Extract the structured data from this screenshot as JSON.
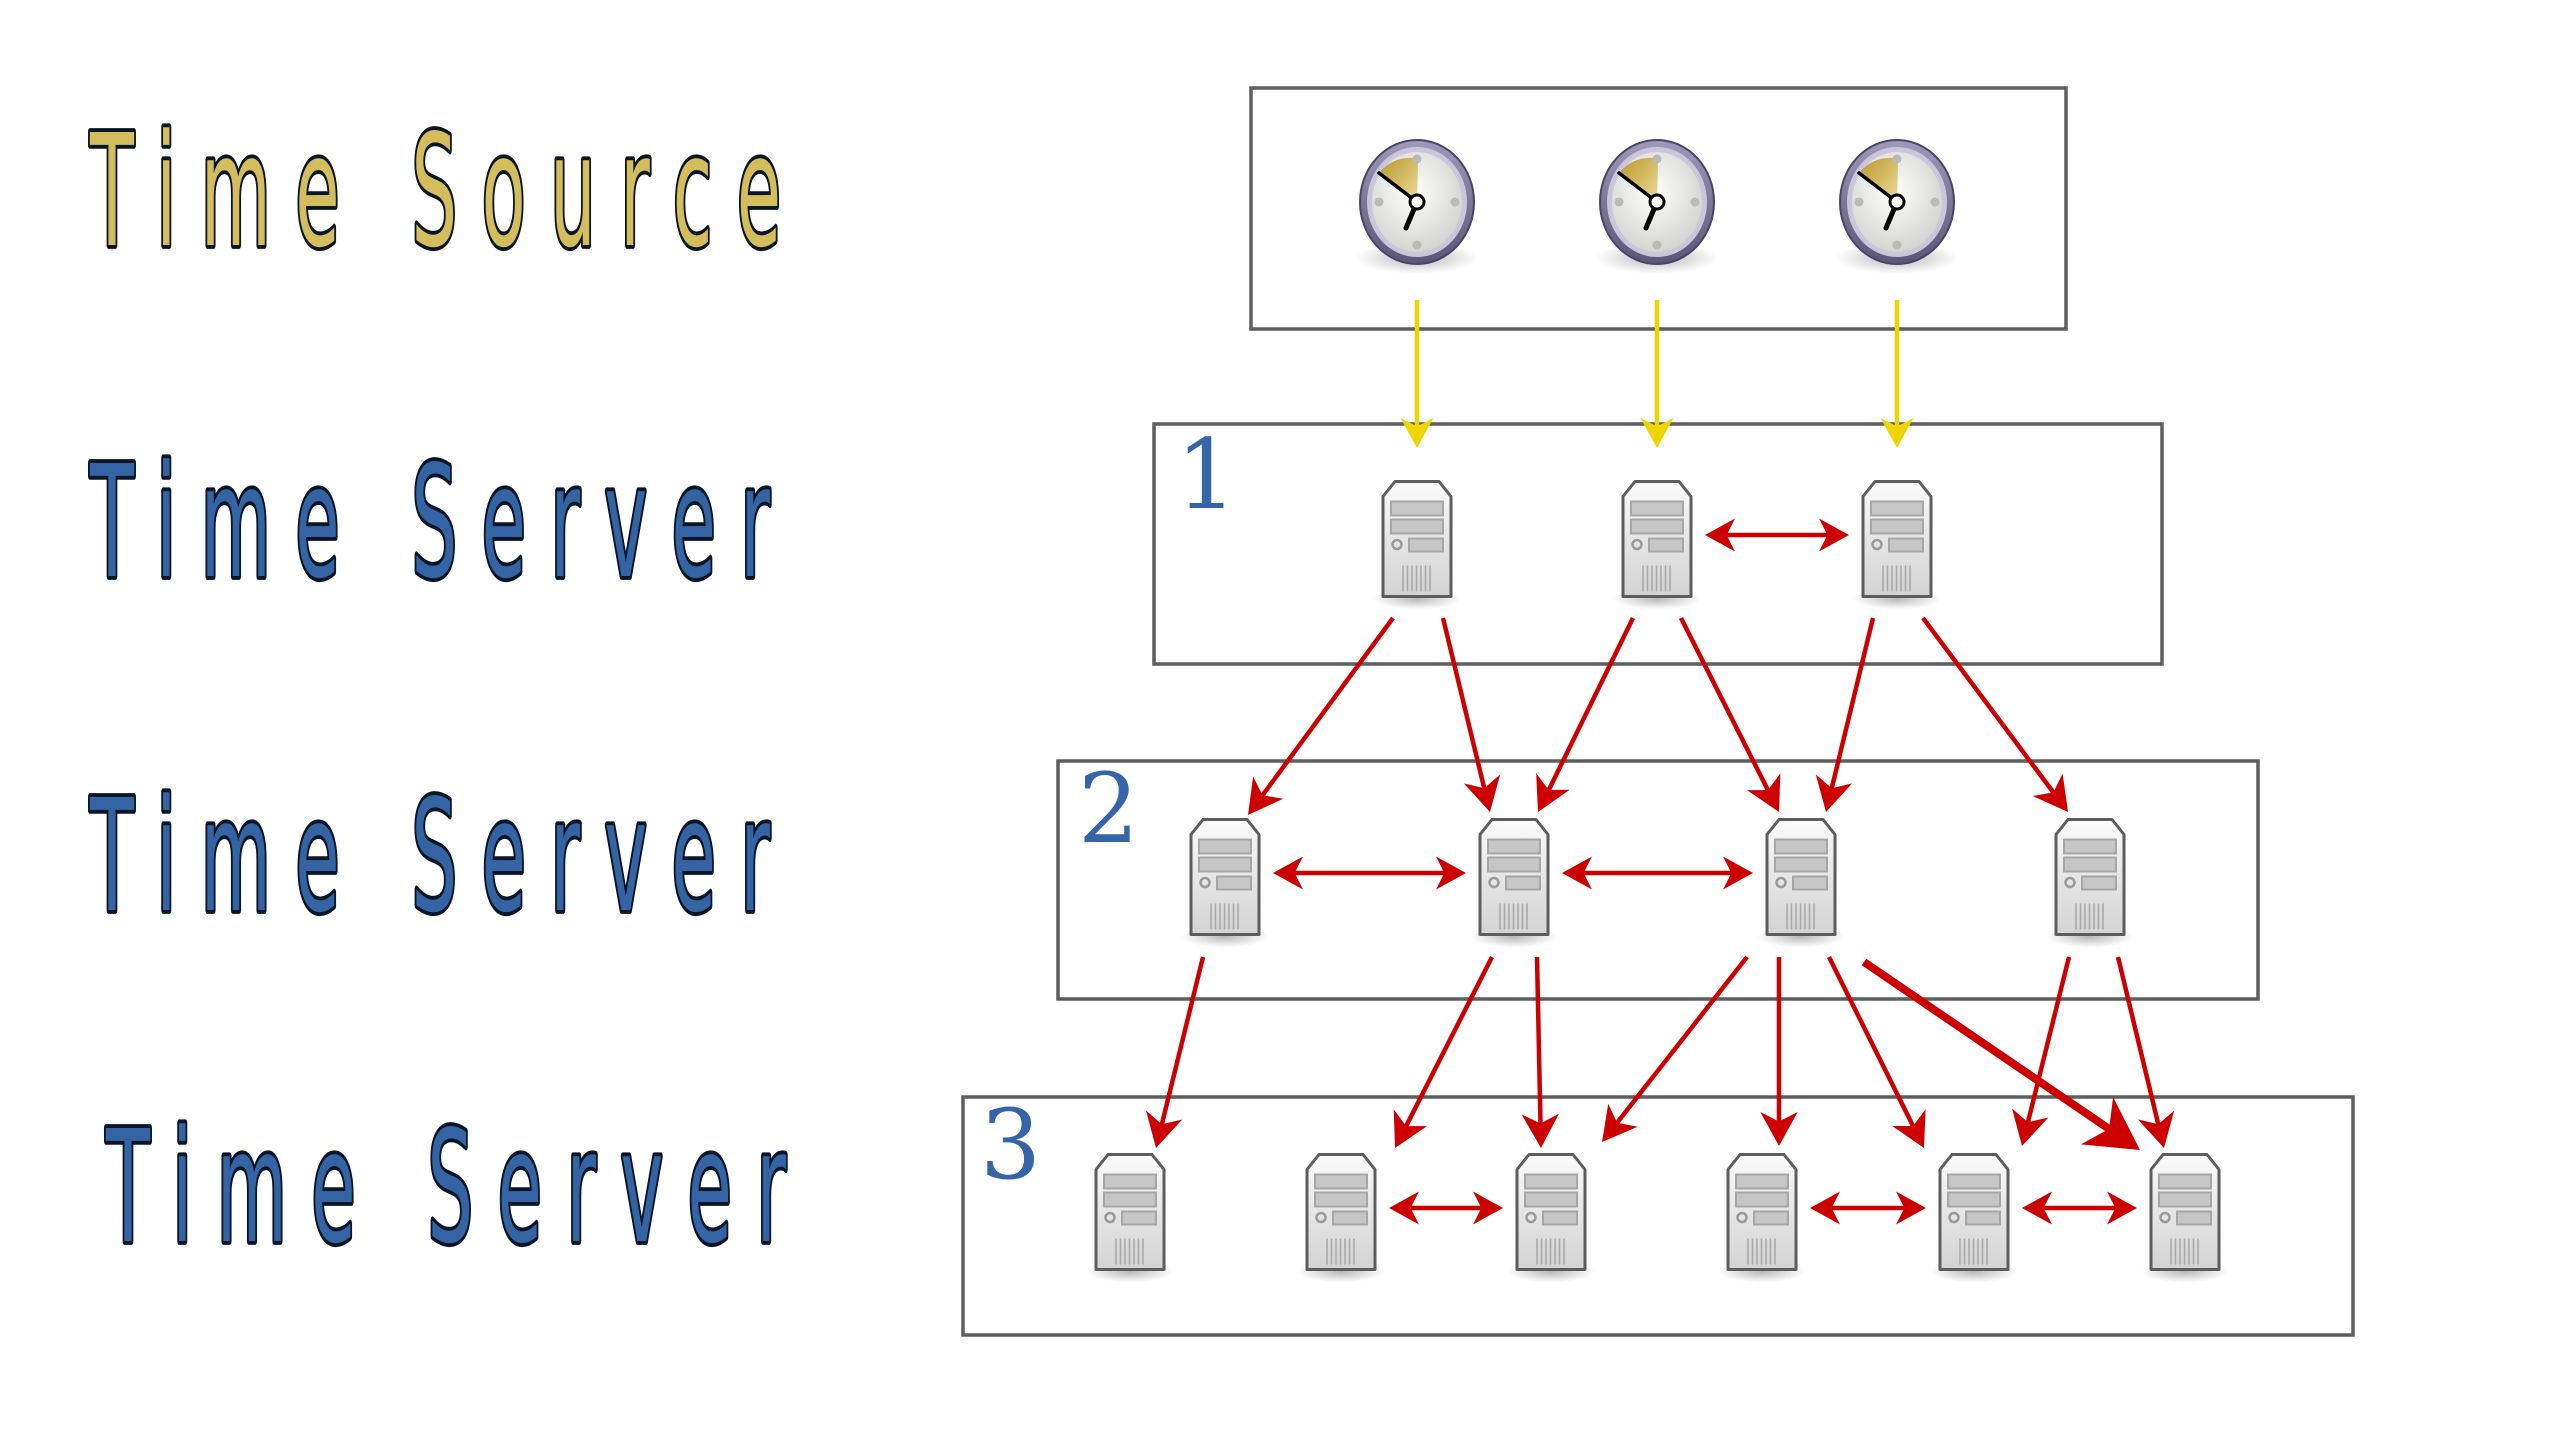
{
  "labels": {
    "source": "Time Source",
    "server_1": "Time Server",
    "server_2": "Time Server",
    "server_3": "Time Server"
  },
  "colors": {
    "source_label": "#d4bd5c",
    "server_label": "#3464a4",
    "label_outline": "#0a1626",
    "tier_number": "#3565a8",
    "sync_arrow": "#eed500",
    "peer_arrow": "#cc0000",
    "box_border": "#5c5f5c"
  },
  "tiers": [
    {
      "id": "source",
      "number": "",
      "nodes": [
        "clock",
        "clock",
        "clock"
      ]
    },
    {
      "id": "stratum-1",
      "number": "1",
      "nodes": [
        "server",
        "server",
        "server"
      ]
    },
    {
      "id": "stratum-2",
      "number": "2",
      "nodes": [
        "server",
        "server",
        "server",
        "server"
      ]
    },
    {
      "id": "stratum-3",
      "number": "3",
      "nodes": [
        "server",
        "server",
        "server",
        "server",
        "server",
        "server"
      ]
    }
  ],
  "icons": {
    "clock": "clock-icon",
    "server": "server-tower-icon"
  },
  "edges": {
    "source_to_stratum1": [
      [
        0,
        0
      ],
      [
        1,
        1
      ],
      [
        2,
        2
      ]
    ],
    "stratum1_peers": [
      [
        1,
        2
      ]
    ],
    "stratum1_to_stratum2": [
      [
        0,
        0
      ],
      [
        0,
        1
      ],
      [
        1,
        1
      ],
      [
        1,
        2
      ],
      [
        2,
        2
      ],
      [
        2,
        3
      ]
    ],
    "stratum2_peers": [
      [
        0,
        1
      ],
      [
        1,
        2
      ]
    ],
    "stratum2_to_stratum3": [
      [
        0,
        0
      ],
      [
        1,
        1
      ],
      [
        1,
        2
      ],
      [
        2,
        2
      ],
      [
        2,
        3
      ],
      [
        2,
        4
      ],
      [
        2,
        5
      ],
      [
        3,
        4
      ],
      [
        3,
        5
      ]
    ],
    "stratum3_peers": [
      [
        1,
        2
      ],
      [
        3,
        4
      ],
      [
        4,
        5
      ]
    ]
  }
}
